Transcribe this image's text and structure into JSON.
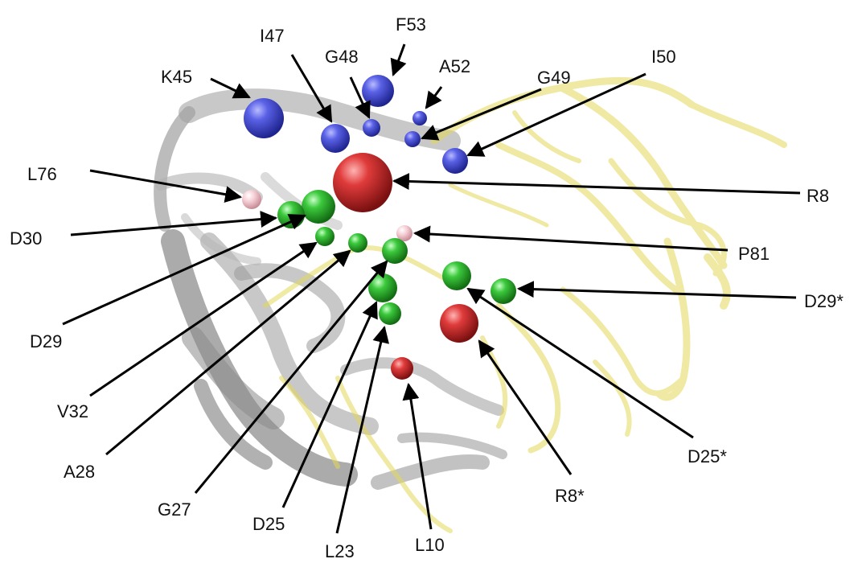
{
  "labels": {
    "F53": "F53",
    "I47": "I47",
    "G48": "G48",
    "A52": "A52",
    "K45": "K45",
    "G49": "G49",
    "I50": "I50",
    "L76": "L76",
    "R8": "R8",
    "D30": "D30",
    "P81": "P81",
    "D29star": "D29*",
    "D29": "D29",
    "V32": "V32",
    "D25star": "D25*",
    "A28": "A28",
    "G27": "G27",
    "R8star": "R8*",
    "D25": "D25",
    "L10": "L10",
    "L23": "L23"
  },
  "colors": {
    "blue": "#4d55d9",
    "red": "#d93a3a",
    "green": "#3fc23f",
    "pink": "#f2c4cc",
    "gray_ribbon": "#a6a6a6",
    "yellow_ribbon": "#e9e27a"
  }
}
